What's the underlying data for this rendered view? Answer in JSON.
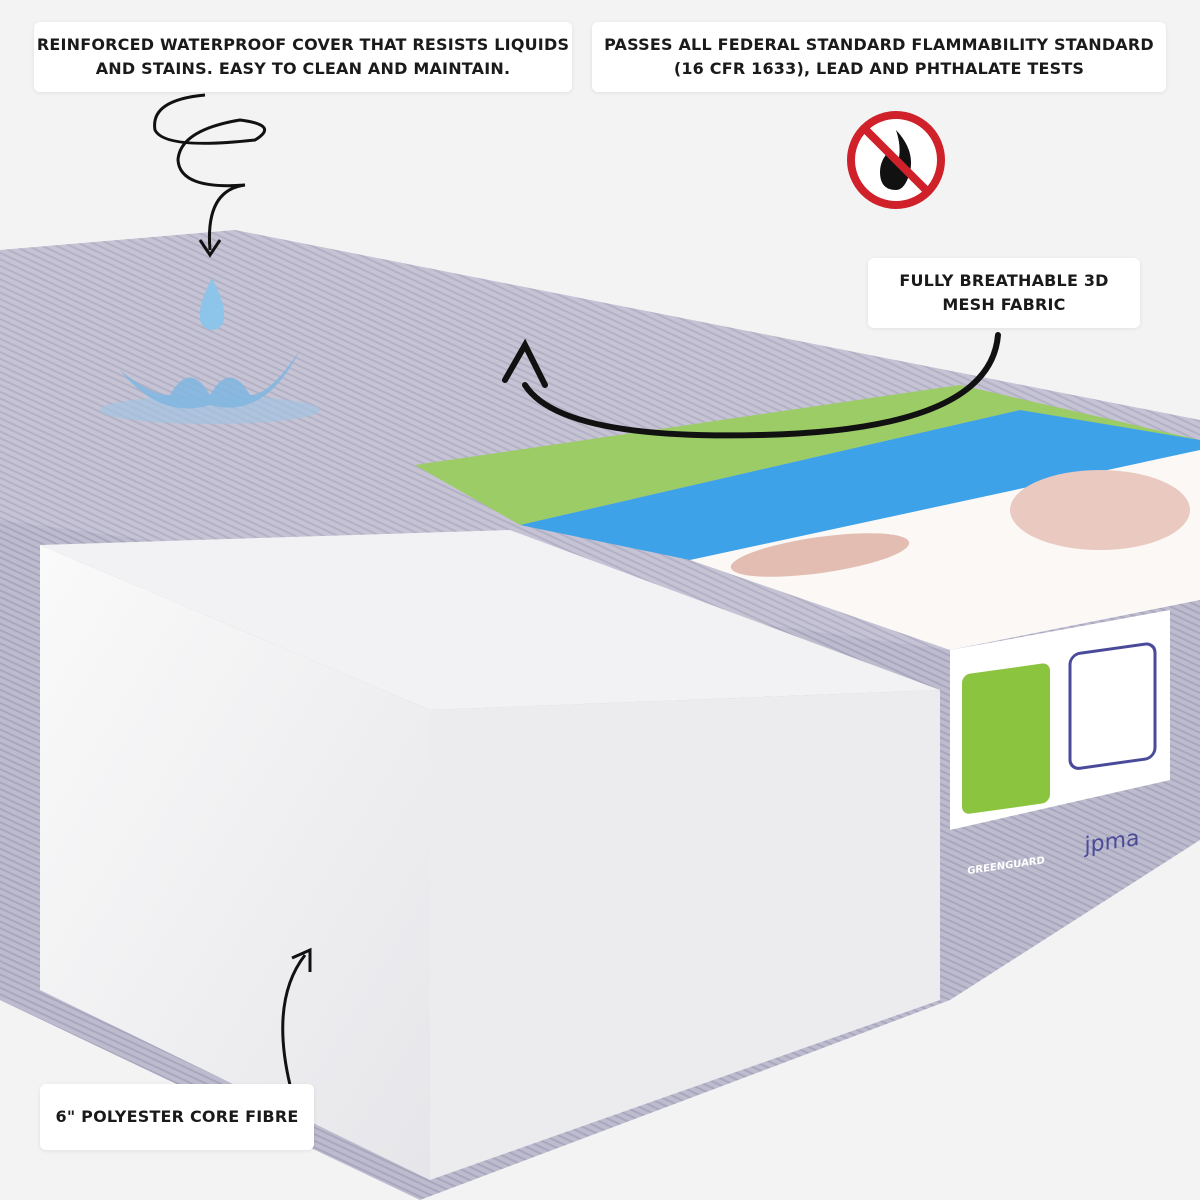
{
  "callouts": {
    "waterproof": "REINFORCED WATERPROOF COVER THAT RESISTS LIQUIDS AND STAINS. EASY TO CLEAN AND MAINTAIN.",
    "flammability": "PASSES ALL FEDERAL STANDARD FLAMMABILITY STANDARD (16 CFR 1633), LEAD AND PHTHALATE TESTS",
    "breathable": "FULLY BREATHABLE 3D MESH FABRIC",
    "core": "6\" POLYESTER CORE FIBRE"
  },
  "icons": [
    "no-fire-icon",
    "water-drop-icon",
    "splash-icon",
    "arrow-icon"
  ],
  "badges": {
    "greenguard": "GREENGUARD",
    "jpma": "jpma"
  },
  "colors": {
    "mesh": "#b8b6c9",
    "foam": "#f4f4f6",
    "label_green": "#9ccc65",
    "label_blue": "#3ea2e8",
    "greenguard": "#8bc53f",
    "jpma": "#4a4a9a",
    "no_fire": "#d0202a"
  }
}
